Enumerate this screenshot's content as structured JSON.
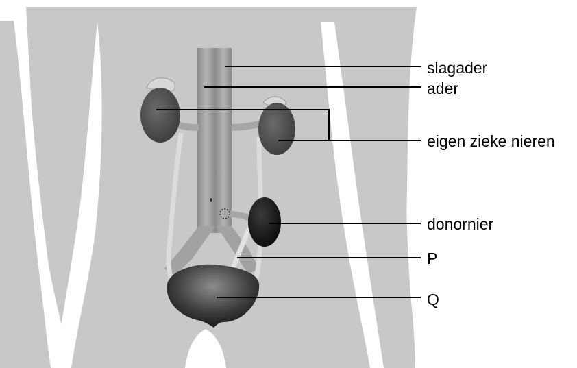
{
  "labels": {
    "artery": "slagader",
    "vein": "ader",
    "own_diseased_kidneys": "eigen zieke nieren",
    "donor_kidney": "donornier",
    "p": "P",
    "q": "Q"
  },
  "colors": {
    "background": "#ffffff",
    "body_silhouette": "#c8c8c8",
    "vessel": "#9a9a9a",
    "kidney": "#555555",
    "donor_kidney": "#1e1e1e",
    "ureter": "#dcdcdc",
    "bladder": "#3c3c3c",
    "leader_line": "#000000"
  }
}
